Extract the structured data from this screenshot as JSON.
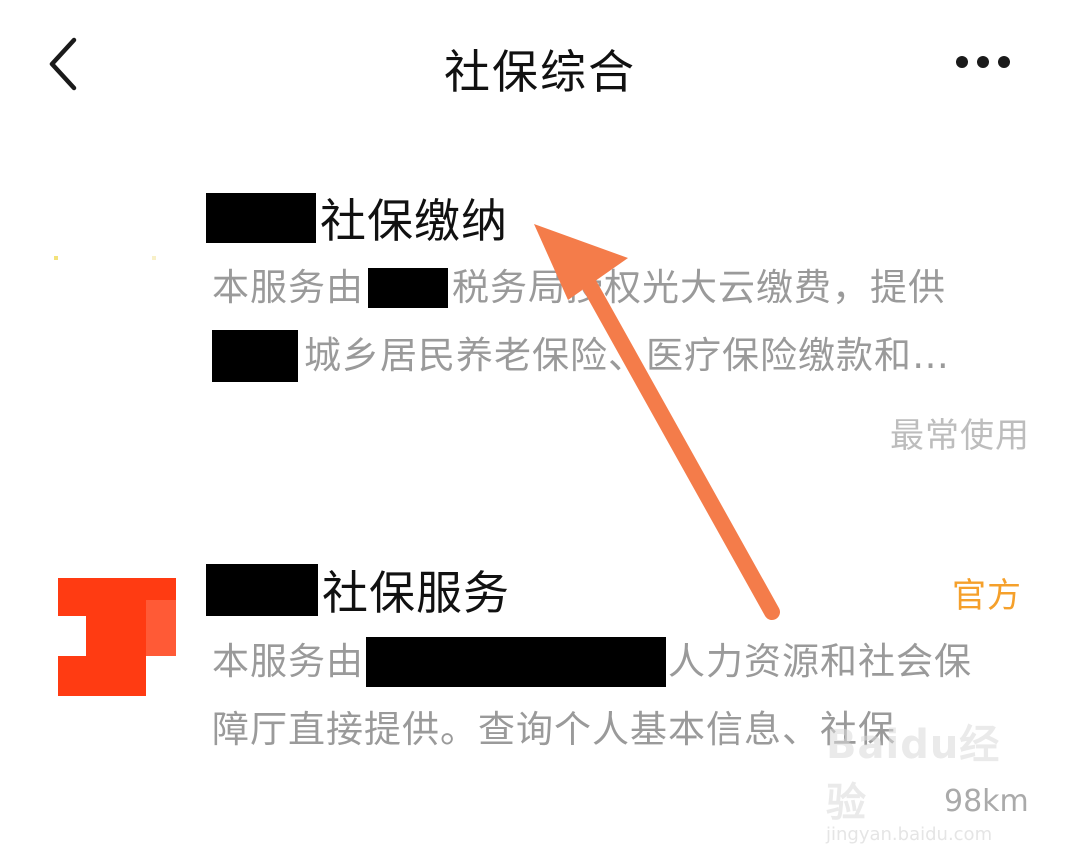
{
  "header": {
    "title": "社保综合",
    "back_icon": "chevron-left-icon",
    "more_icon": "more-horizontal-icon"
  },
  "results": [
    {
      "name": "社保缴纳",
      "logo_icon": "app-logo-icon",
      "description_line1_a": "本服务由",
      "description_line1_b": "税务局授权光大云缴费，提供",
      "description_line2": "城乡居民养老保险、医疗保险缴款和…",
      "tag": "最常使用"
    },
    {
      "name": "社保服务",
      "logo_icon": "app-logo-icon",
      "description_line1_a": "本服务由",
      "description_line1_b": "人力资源和社会保",
      "description_line2": "障厅直接提供。查询个人基本信息、社保",
      "tag": "官方",
      "distance": "98km"
    }
  ],
  "annotation": {
    "arrow_color": "#f47c4a"
  },
  "watermark": {
    "brand": "Baidu经验",
    "url": "jingyan.baidu.com"
  },
  "colors": {
    "title": "#111111",
    "secondary_text": "#9a9a9a",
    "official_tag": "#f5a02b",
    "frequent_tag": "#bdbdbd",
    "logo_red": "#ff3b12"
  }
}
